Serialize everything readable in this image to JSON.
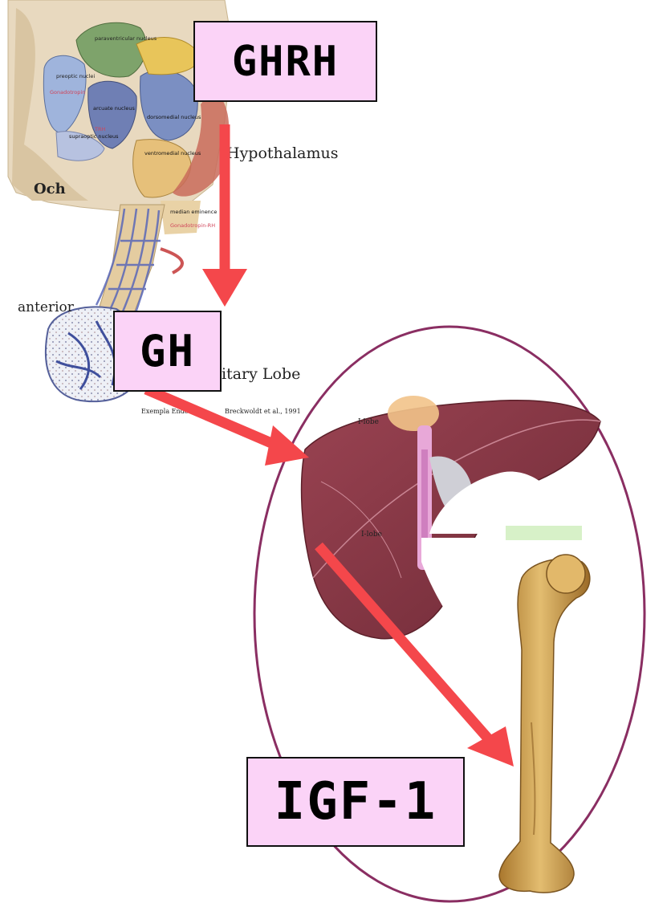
{
  "labels": {
    "ghrh": "GHRH",
    "gh": "GH",
    "igf": "IGF-1"
  },
  "illustration": {
    "hypothalamus": "Hypothalamus",
    "och": "Och",
    "anterior": "anterior",
    "pituitary_lobe": "itary Lobe",
    "citation_left": "Exempla Endo",
    "citation_right": "Breckwoldt et al., 1991",
    "nuclei": {
      "paraventricular": "paraventricular nucleus",
      "preoptic": "preoptic nuclei",
      "arcuate": "arcuate nucleus",
      "dorsomedial": "dorsomedial nucleus",
      "supraoptic": "supraoptic nucleus",
      "ventromedial": "ventromedial nucleus",
      "median_eminence": "median eminence"
    },
    "hormone_tags": {
      "gonado": "Gonadotropin",
      "trh": "TRH",
      "gonado_rh": "Gonadotropin-RH"
    }
  },
  "liver": {
    "lobe_left": "I-lobe",
    "lobe_top": "I-lobe"
  },
  "colors": {
    "arrow": "#f4474b",
    "label_bg": "#fbd3f7",
    "ellipse": "#8a2e62",
    "liver": "#8a3b48",
    "bone": "#c89a4a"
  }
}
